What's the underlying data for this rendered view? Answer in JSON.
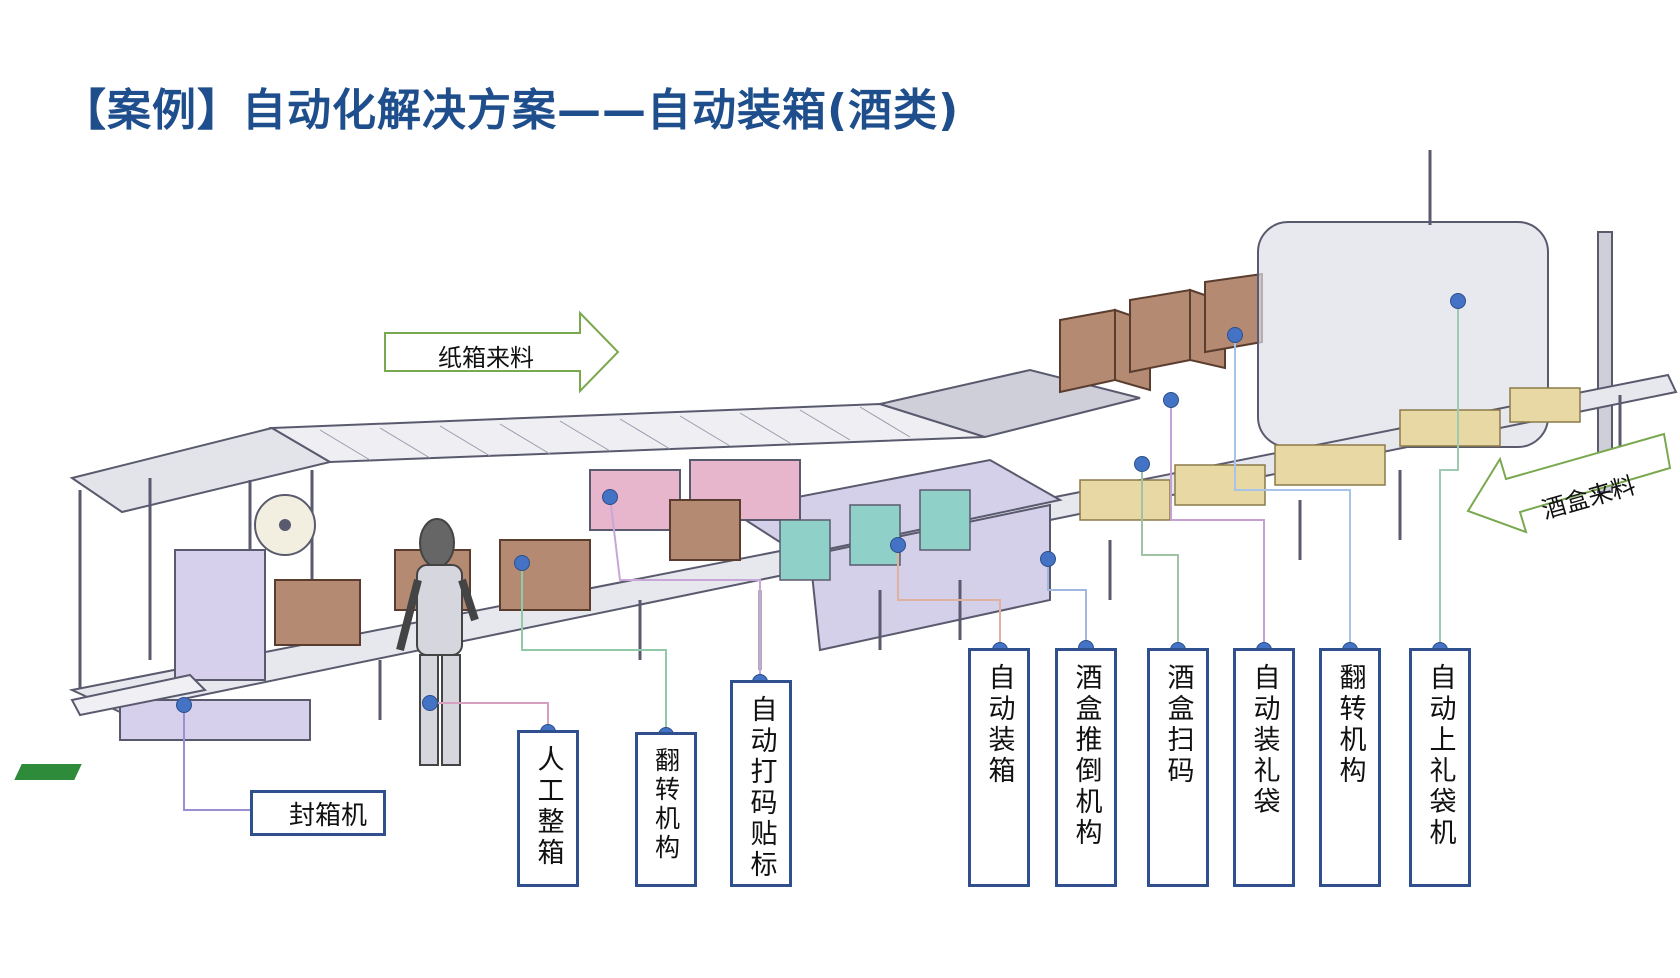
{
  "title": "【案例】自动化解决方案——自动装箱(酒类)",
  "arrows": {
    "carton_in": "纸箱来料",
    "box_in": "酒盒来料"
  },
  "labels": {
    "sealer": "封箱机",
    "manual_pack": "人工整箱",
    "flip_1": "翻转机构",
    "print_label": "自动打码贴标",
    "auto_pack": "自动装箱",
    "box_push": "酒盒推倒机构",
    "box_scan": "酒盒扫码",
    "gift_bag_pack": "自动装礼袋",
    "flip_2": "翻转机构",
    "gift_bag_load": "自动上礼袋机"
  },
  "colors": {
    "title": "#1f4e8c",
    "box_border": "#2f4f8f",
    "dot": "#4472c4",
    "arrow_outline": "#7aa84f",
    "frame": "#5a5a6e",
    "carton": "#b48a72"
  }
}
